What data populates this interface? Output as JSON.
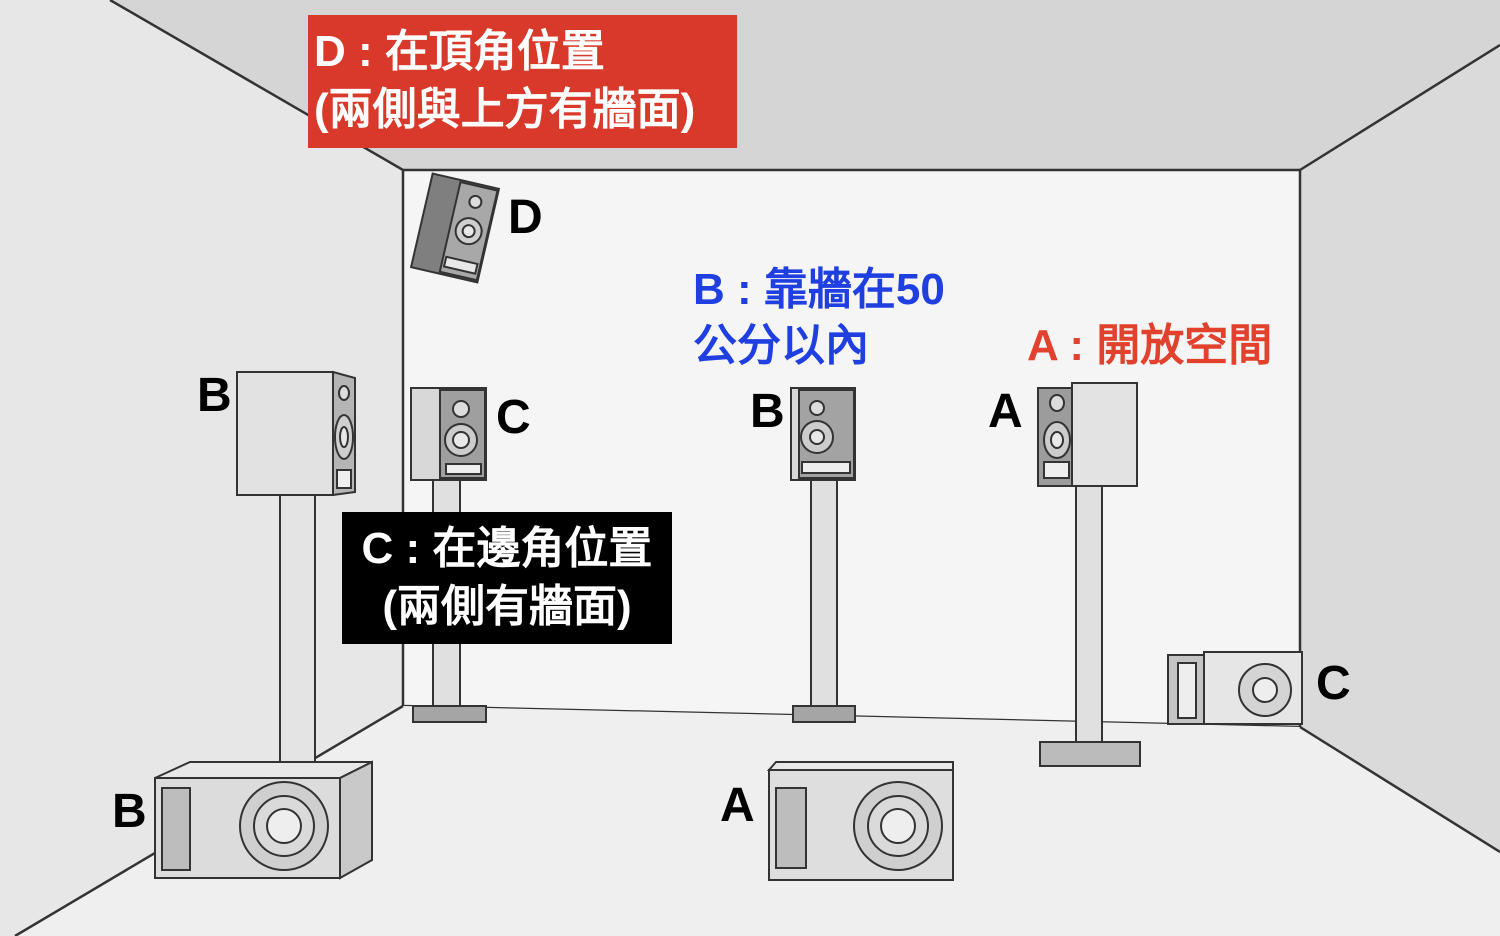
{
  "callouts": {
    "d": {
      "line1": "D : 在頂角位置",
      "line2": "(兩側與上方有牆面)",
      "color": "#d8392b"
    },
    "c": {
      "line1": "C : 在邊角位置",
      "line2": "(兩側有牆面)",
      "color": "#000000"
    },
    "b": {
      "line1": "B : 靠牆在50",
      "line2": "公分以內",
      "color": "#1f3fe0"
    },
    "a": {
      "line1": "A : 開放空間",
      "color": "#e2412d"
    }
  },
  "position_labels": {
    "d_monitor": "D",
    "b_monitor_left": "B",
    "c_monitor_corner": "C",
    "b_monitor_wall": "B",
    "a_monitor_open": "A",
    "c_sub_corner": "C",
    "b_sub_left": "B",
    "a_sub_open": "A"
  }
}
